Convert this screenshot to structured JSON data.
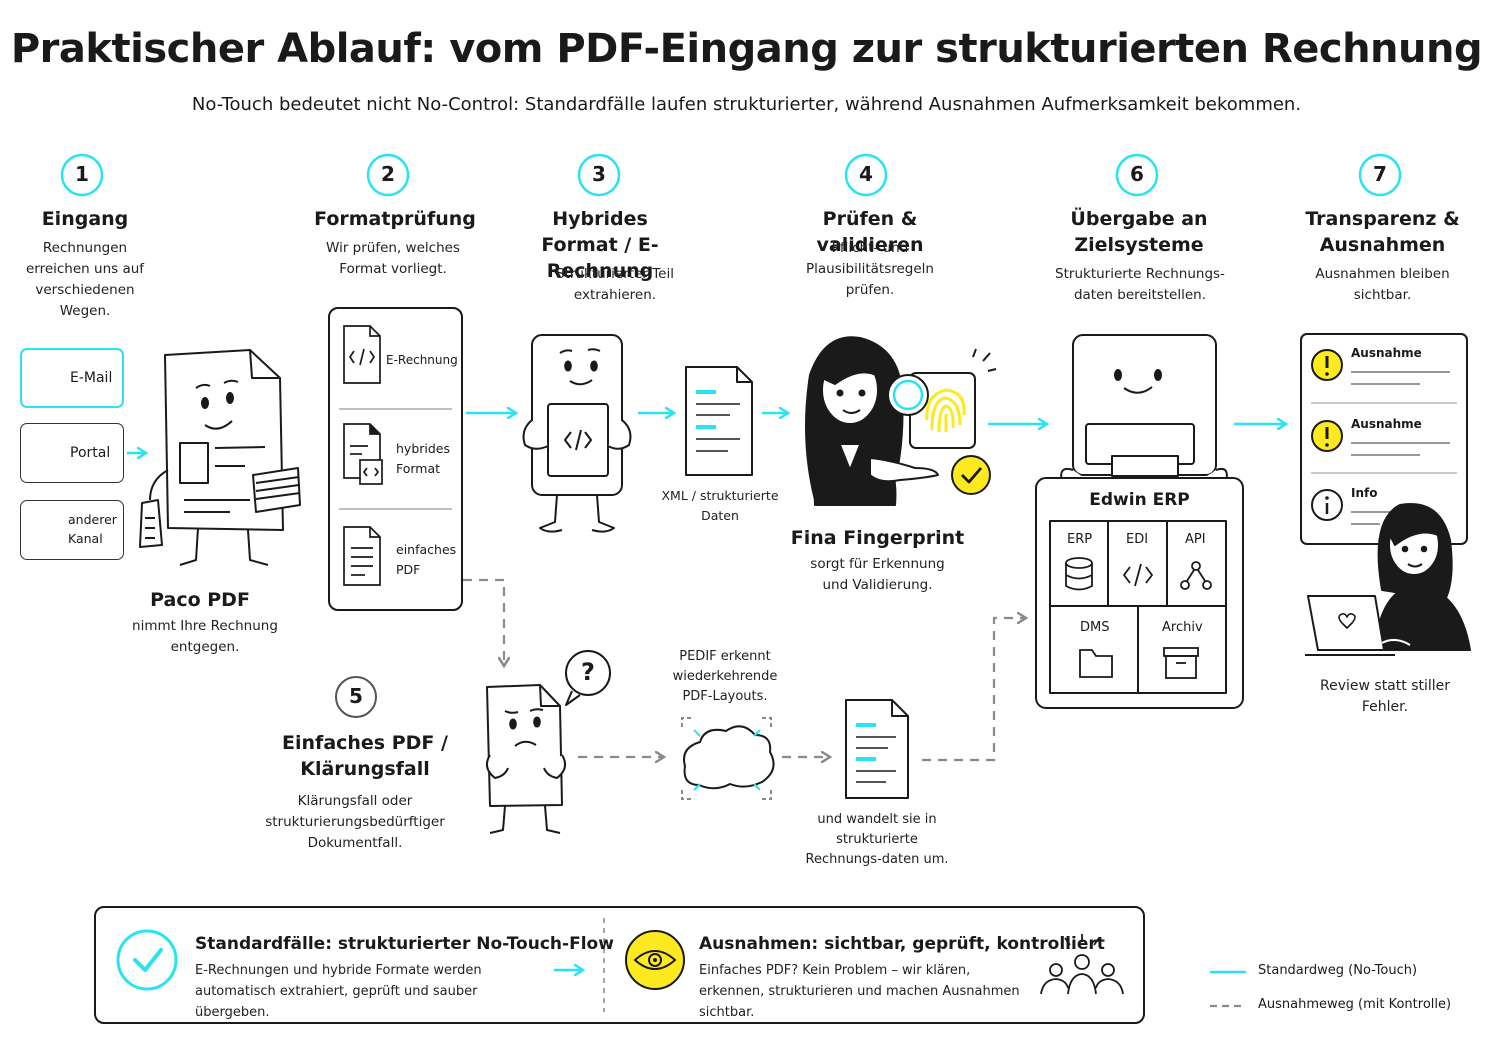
{
  "header": {
    "title": "Praktischer Ablauf: vom PDF-Eingang zur strukturierten Rechnung",
    "subtitle": "No-Touch bedeutet nicht No-Control: Standardfälle laufen strukturierter, während Ausnahmen Aufmerksamkeit bekommen."
  },
  "colors": {
    "accent": "#29e3f2",
    "highlight": "#fde91f",
    "ink": "#1a1a1a",
    "dashed": "#8a8a8a"
  },
  "steps": [
    {
      "num": "1",
      "title": "Eingang",
      "desc": "Rechnungen erreichen uns auf verschiedenen Wegen."
    },
    {
      "num": "2",
      "title": "Formatprüfung",
      "desc": "Wir prüfen, welches Format vorliegt."
    },
    {
      "num": "3",
      "title": "Hybrides Format / E-Rechnung",
      "desc": "Strukturierter Teil extrahieren."
    },
    {
      "num": "4",
      "title": "Prüfen & validieren",
      "desc": "Pflicht- und Plausibilitätsregeln prüfen."
    },
    {
      "num": "6",
      "title": "Übergabe an Zielsysteme",
      "desc": "Strukturierte Rechnungs-daten bereitstellen."
    },
    {
      "num": "7",
      "title": "Transparenz & Ausnahmen",
      "desc": "Ausnahmen bleiben sichtbar."
    },
    {
      "num": "5",
      "title": "Einfaches PDF / Klärungsfall",
      "desc": "Klärungsfall oder strukturierungsbedürftiger Dokumentfall."
    }
  ],
  "channels": [
    {
      "label": "E-Mail",
      "icon": "mail-icon"
    },
    {
      "label": "Portal",
      "icon": "globe-icon"
    },
    {
      "label": "anderer Kanal",
      "icon": "share-icon"
    }
  ],
  "characters": {
    "paco": {
      "name": "Paco PDF",
      "desc": "nimmt Ihre Rechnung entgegen."
    },
    "fina": {
      "name": "Fina Fingerprint",
      "desc": "sorgt für Erkennung und Validierung."
    },
    "reviewer": {
      "desc": "Review statt stiller Fehler."
    }
  },
  "formats": [
    {
      "label": "E-Rechnung",
      "icon": "code-file-icon"
    },
    {
      "label": "hybrides Format",
      "icon": "hybrid-file-icon"
    },
    {
      "label": "einfaches PDF",
      "icon": "text-file-icon"
    }
  ],
  "xml_label": "XML / strukturierte Daten",
  "pedif": {
    "top": "PEDIF erkennt wiederkehrende PDF-Layouts.",
    "bottom": "und wandelt sie in strukturierte Rechnungs-daten um."
  },
  "erp": {
    "title": "Edwin ERP",
    "modules": [
      {
        "label": "ERP",
        "icon": "database-icon"
      },
      {
        "label": "EDI",
        "icon": "code-icon"
      },
      {
        "label": "API",
        "icon": "network-icon"
      },
      {
        "label": "DMS",
        "icon": "folder-icon"
      },
      {
        "label": "Archiv",
        "icon": "archive-icon"
      }
    ]
  },
  "exceptions": [
    {
      "label": "Ausnahme",
      "icon": "warning-icon"
    },
    {
      "label": "Ausnahme",
      "icon": "warning-icon"
    },
    {
      "label": "Info",
      "icon": "info-icon"
    }
  ],
  "legend": {
    "standard_title": "Standardfälle: strukturierter No-Touch-Flow",
    "standard_text": "E-Rechnungen und hybride Formate werden automatisch extrahiert, geprüft und sauber übergeben.",
    "exception_title": "Ausnahmen: sichtbar, geprüft, kontrolliert",
    "exception_text": "Einfaches PDF? Kein Problem – wir klären, erkennen, strukturieren und machen Ausnahmen sichtbar.",
    "line_standard": "Standardweg (No-Touch)",
    "line_exception": "Ausnahmeweg (mit Kontrolle)"
  }
}
